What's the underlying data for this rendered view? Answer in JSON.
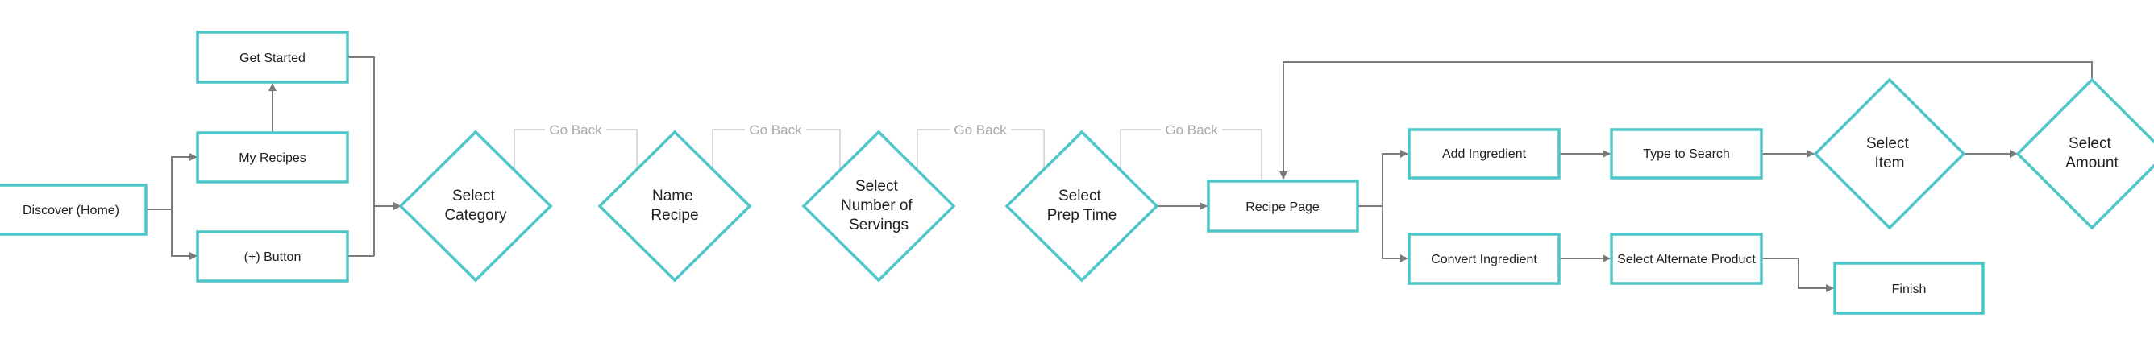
{
  "nodes": {
    "discover": "Discover (Home)",
    "get_started": "Get Started",
    "my_recipes": "My Recipes",
    "plus_button": "(+) Button",
    "select_category": [
      "Select",
      "Category"
    ],
    "name_recipe": [
      "Name",
      "Recipe"
    ],
    "select_servings": [
      "Select",
      "Number of",
      "Servings"
    ],
    "select_prep_time": [
      "Select",
      "Prep Time"
    ],
    "recipe_page": "Recipe Page",
    "add_ingredient": "Add Ingredient",
    "type_to_search": "Type to Search",
    "select_item": [
      "Select",
      "Item"
    ],
    "select_amount": [
      "Select",
      "Amount"
    ],
    "convert_ingredient": "Convert Ingredient",
    "select_alternate_product": "Select Alternate Product",
    "finish": "Finish"
  },
  "back_links": [
    "Go Back",
    "Go Back",
    "Go Back",
    "Go Back"
  ],
  "colors": {
    "node_border": "#4ec6c8",
    "edge": "#7a7a7a",
    "back_edge": "#cfcfcf",
    "back_label": "#a8a8a8"
  }
}
